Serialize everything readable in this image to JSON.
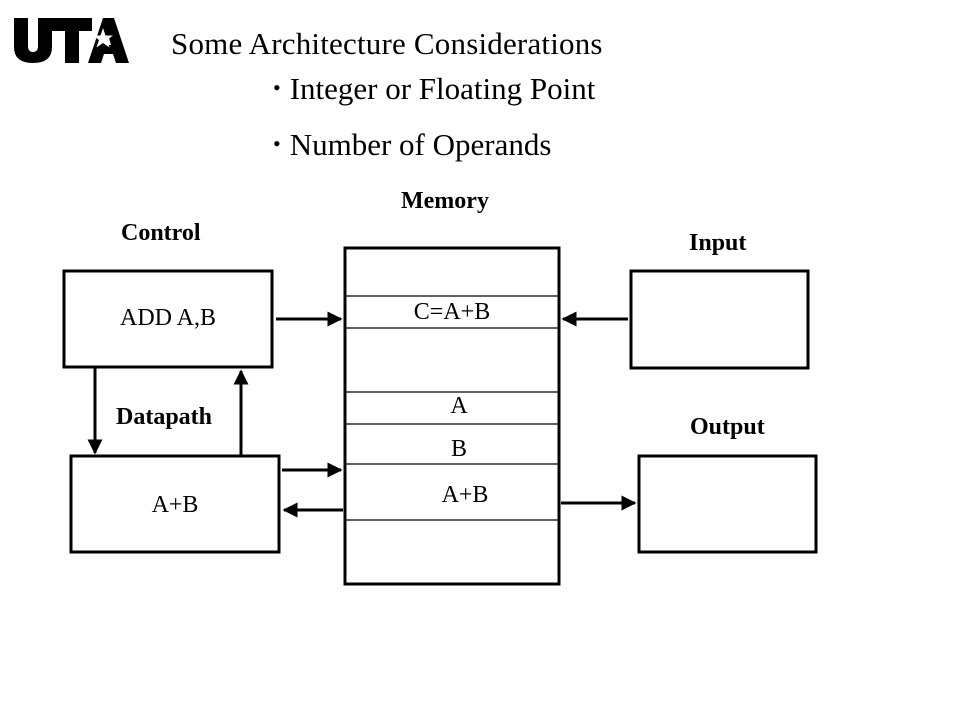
{
  "logo": {
    "text": "UTA"
  },
  "title": "Some Architecture Considerations",
  "bullets": [
    "Integer or Floating Point",
    "Number of Operands"
  ],
  "labels": {
    "memory": "Memory",
    "control": "Control",
    "input": "Input",
    "datapath": "Datapath",
    "output": "Output"
  },
  "control_box": {
    "text": "ADD A,B"
  },
  "datapath_box": {
    "text": "A+B"
  },
  "memory_cells": [
    "C=A+B",
    "A",
    "B",
    "A+B"
  ],
  "colors": {
    "line": "#000000",
    "background": "#ffffff"
  }
}
